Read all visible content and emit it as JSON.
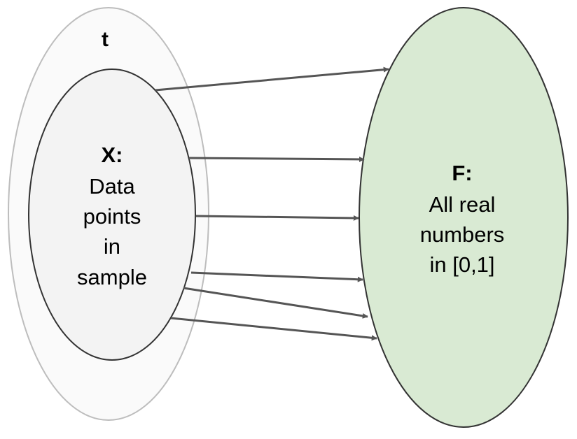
{
  "sets": {
    "t": {
      "label": "t"
    },
    "x": {
      "title": "X:",
      "lines": [
        "Data",
        "points",
        "in",
        "sample"
      ]
    },
    "f": {
      "title": "F:",
      "lines": [
        "All real",
        "numbers",
        "in [0,1]"
      ]
    }
  },
  "mapping": {
    "arrow_count": 6
  },
  "colors": {
    "t_fill": "#fafafa",
    "t_stroke": "#bdbdbd",
    "x_fill": "#f3f3f3",
    "x_stroke": "#333333",
    "f_fill": "#d9ead3",
    "f_stroke": "#333333",
    "arrow": "#555555"
  }
}
